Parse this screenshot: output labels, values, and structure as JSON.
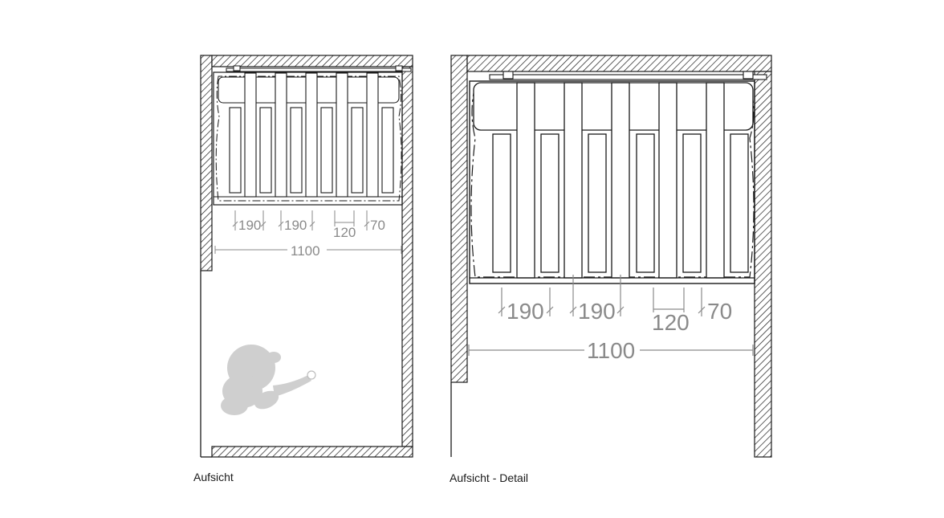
{
  "captions": {
    "left": "Aufsicht",
    "right": "Aufsicht - Detail"
  },
  "dimensions": {
    "left_spacing_1": "190",
    "left_spacing_2": "190",
    "left_gap": "120",
    "left_offset": "70",
    "left_total": "1100",
    "right_spacing_1": "190",
    "right_spacing_2": "190",
    "right_gap": "120",
    "right_offset": "70",
    "right_total": "1100"
  },
  "colors": {
    "line": "#1a1a1a",
    "dimension": "#8a8a8a",
    "figure": "#cfcfcf"
  }
}
